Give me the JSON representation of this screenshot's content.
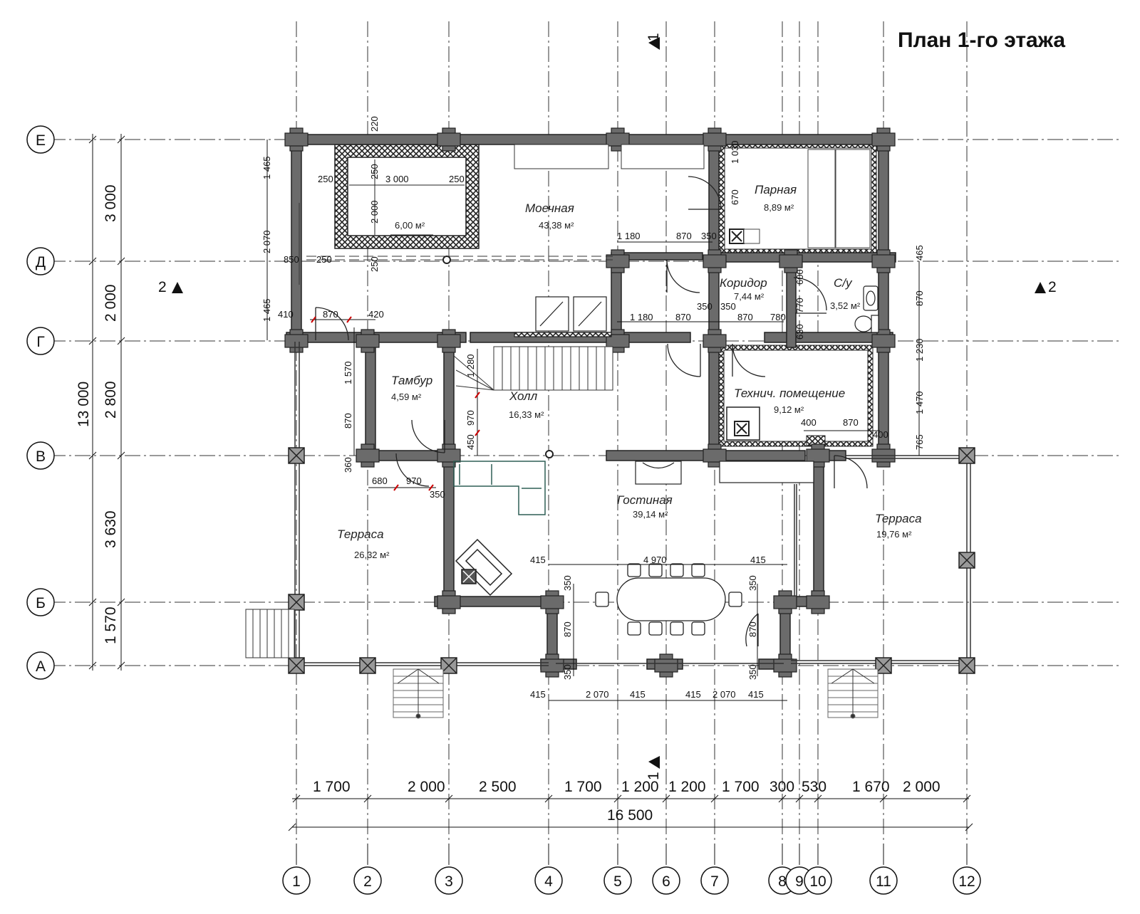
{
  "title": "План 1-го этажа",
  "axes_rows": [
    "Е",
    "Д",
    "Г",
    "В",
    "Б",
    "А"
  ],
  "axes_cols": [
    "1",
    "2",
    "3",
    "4",
    "5",
    "6",
    "7",
    "8",
    "9",
    "10",
    "11",
    "12"
  ],
  "rooms": [
    {
      "name": "Моечная",
      "area": "43,38 м²"
    },
    {
      "name": "Парная",
      "area": "8,89 м²"
    },
    {
      "name": "Коридор",
      "area": "7,44 м²"
    },
    {
      "name": "С/у",
      "area": "3,52 м²"
    },
    {
      "name": "Тамбур",
      "area": "4,59 м²"
    },
    {
      "name": "Холл",
      "area": "16,33 м²"
    },
    {
      "name": "Технич. помещение",
      "area": "9,12 м²"
    },
    {
      "name": "Гостиная",
      "area": "39,14 м²"
    },
    {
      "name": "Терраса",
      "area": "26,32 м²"
    },
    {
      "name": "Терраса",
      "area": "19,76 м²"
    }
  ],
  "pool": {
    "area": "6,00 м²"
  },
  "dims_bottom": [
    "1 700",
    "2 000",
    "2 500",
    "1 700",
    "1 200",
    "1 200",
    "1 700",
    "300",
    "530",
    "1 670",
    "2 000"
  ],
  "total_width": "16 500",
  "dims_left": [
    "3 000",
    "2 000",
    "2 800",
    "3 630",
    "1 570"
  ],
  "total_height": "13 000",
  "section_marks": {
    "s1": "1",
    "s2": "2"
  },
  "dims_inner": {
    "pool_top": "220",
    "pool_left": "250",
    "pool_w": "3 000",
    "pool_right": "250",
    "pool_h": "2 000",
    "pool_b1": "250",
    "pool_b2": "250",
    "pool_side": "850",
    "wall_l1": "1 465",
    "wall_l2": "2 070",
    "wall_l3": "1 465",
    "door_a": "410",
    "door_b": "870",
    "door_c": "420",
    "tam_1": "1 570",
    "tam_2": "870",
    "tam_3": "360",
    "ter_1": "680",
    "ter_2": "970",
    "ter_3": "350",
    "hall_1": "1 280",
    "hall_2": "970",
    "hall_3": "450",
    "wash_1": "1 180",
    "wash_2": "870",
    "wash_3": "350",
    "cor_1": "1 180",
    "cor_2": "870",
    "cor_3": "350",
    "cor_4": "350",
    "cor_5": "870",
    "cor_6": "780",
    "par_1": "1 030",
    "par_2": "670",
    "su_1": "600",
    "su_2": "770",
    "su_3": "630",
    "r_1": "465",
    "r_2": "870",
    "r_3": "1 230",
    "r_4": "1 470",
    "r_5": "765",
    "tech_1": "400",
    "tech_2": "870",
    "tech_3": "400",
    "liv_1": "415",
    "liv_2": "4 970",
    "liv_3": "415",
    "liv_4": "350",
    "liv_5": "870",
    "liv_6": "350",
    "liv_7": "350",
    "liv_8": "870",
    "liv_9": "350",
    "bot_1": "415",
    "bot_2": "2 070",
    "bot_3": "415",
    "bot_4": "415",
    "bot_5": "2 070",
    "bot_6": "415"
  }
}
